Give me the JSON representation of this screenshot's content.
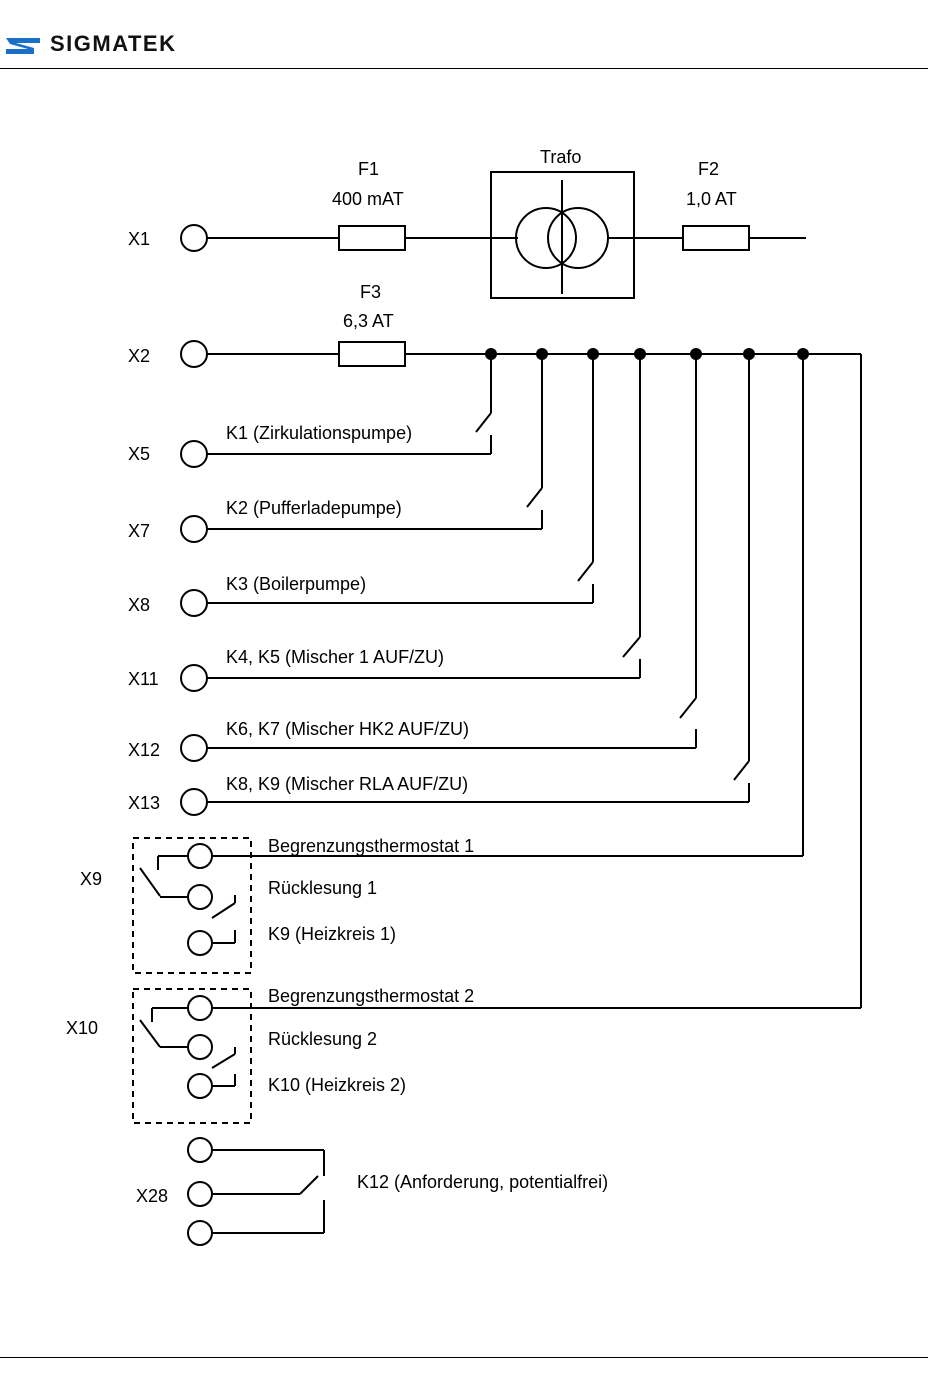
{
  "header": {
    "logo_text": "SIGMATEK",
    "logo_icon": "sigmatek-logo-icon",
    "brand_color": "#1a6fc9"
  },
  "components": {
    "f1_name": "F1",
    "f1_rating": "400 mAT",
    "trafo": "Trafo",
    "f2_name": "F2",
    "f2_rating": "1,0 AT",
    "f3_name": "F3",
    "f3_rating": "6,3 AT"
  },
  "terminals": {
    "x1": "X1",
    "x2": "X2",
    "x5": "X5",
    "x7": "X7",
    "x8": "X8",
    "x11": "X11",
    "x12": "X12",
    "x13": "X13",
    "x9": "X9",
    "x10": "X10",
    "x28": "X28"
  },
  "relays": {
    "k1": "K1 (Zirkulationspumpe)",
    "k2": "K2 (Pufferladepumpe)",
    "k3": "K3 (Boilerpumpe)",
    "k45": "K4, K5 (Mischer 1 AUF/ZU)",
    "k67": "K6, K7 (Mischer HK2 AUF/ZU)",
    "k89": "K8, K9 (Mischer RLA AUF/ZU)",
    "x9_1": "Begrenzungsthermostat 1",
    "x9_2": "Rücklesung 1",
    "x9_3": "K9 (Heizkreis 1)",
    "x10_1": "Begrenzungsthermostat 2",
    "x10_2": "Rücklesung 2",
    "x10_3": "K10 (Heizkreis 2)",
    "k12": "K12 (Anforderung, potentialfrei)"
  }
}
